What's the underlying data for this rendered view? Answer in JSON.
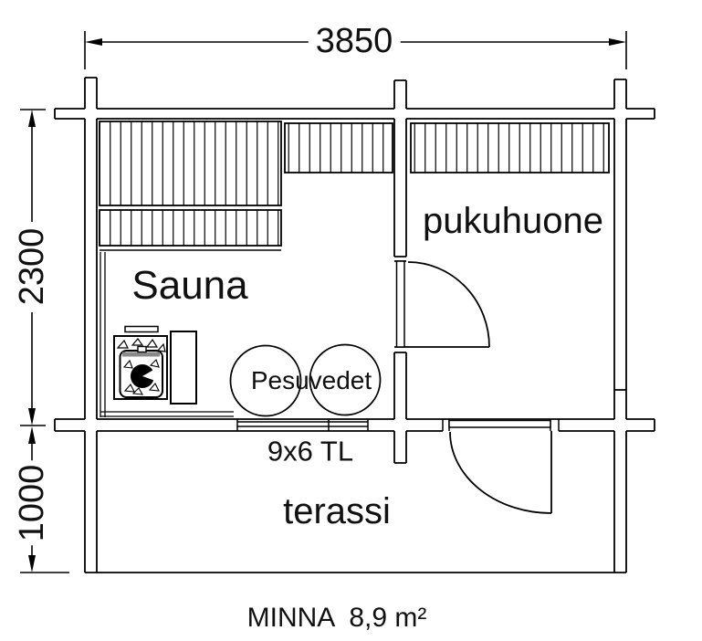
{
  "plan": {
    "title": "MINNA  8,9 m²",
    "dimensions": {
      "width": "3850",
      "height_main": "2300",
      "height_terrace": "1000"
    },
    "rooms": {
      "sauna": "Sauna",
      "dressing_room": "pukuhuone",
      "terrace": "terassi"
    },
    "labels": {
      "wash_water": "Pesuvedet",
      "window": "9x6 TL"
    },
    "colors": {
      "line": "#000000",
      "background": "#ffffff",
      "stove_band": "#8a8a8a"
    }
  }
}
